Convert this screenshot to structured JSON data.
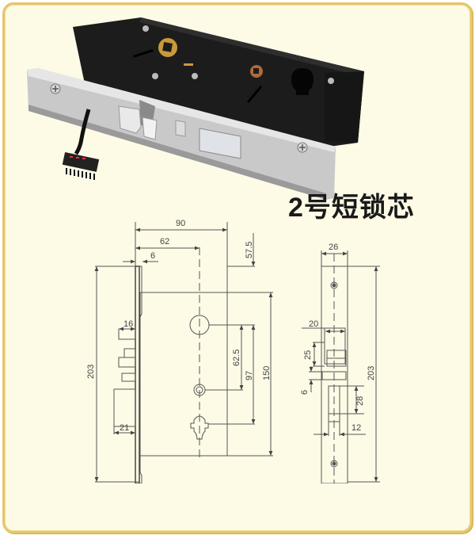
{
  "title": "2号短锁芯",
  "colors": {
    "border": "#e4c66c",
    "background": "#fdfbe6",
    "drawing_line": "#555555",
    "lock_body": "#1c1c1c",
    "faceplate": "#c9c9c9",
    "brass": "#c89a3a"
  },
  "photo": {
    "description": "Mortise lock body with stainless faceplate, black case, latch bolts and wire harness connector"
  },
  "front_view": {
    "dimensions": {
      "overall_width": "90",
      "handle_center": "62",
      "faceplate_thickness": "6",
      "top_to_handle": "57.5",
      "handle_to_spindle": "62.5",
      "handle_to_cylinder": "97",
      "case_height": "150",
      "faceplate_height": "203",
      "latch_width": "16",
      "deadbolt_width": "21"
    }
  },
  "side_view": {
    "dimensions": {
      "faceplate_width": "26",
      "latch_width": "20",
      "latch_height": "25",
      "gap": "6",
      "deadbolt_height": "28",
      "deadbolt_width": "12",
      "faceplate_height": "203"
    }
  }
}
